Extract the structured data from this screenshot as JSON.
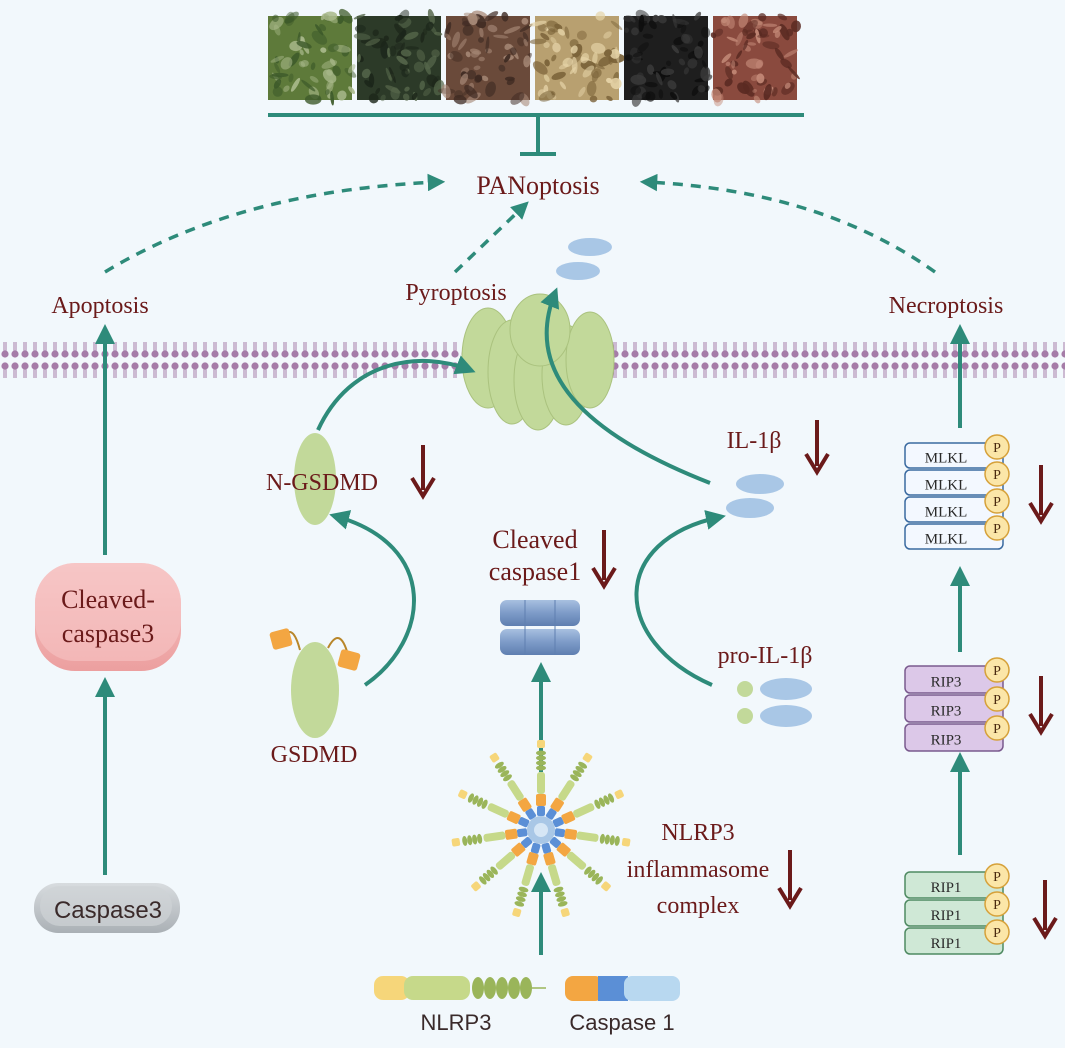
{
  "labels": {
    "panoptosis": "PANoptosis",
    "apoptosis": "Apoptosis",
    "pyroptosis": "Pyroptosis",
    "necroptosis": "Necroptosis",
    "n_gsdmd": "N-GSDMD",
    "il1b": "IL-1β",
    "cleaved_caspase1_line1": "Cleaved",
    "cleaved_caspase1_line2": "caspase1",
    "cleaved_caspase3_line1": "Cleaved-",
    "cleaved_caspase3_line2": "caspase3",
    "gsdmd": "GSDMD",
    "pro_il1b": "pro-IL-1β",
    "nlrp3_complex_line1": "NLRP3",
    "nlrp3_complex_line2": "inflammasome",
    "nlrp3_complex_line3": "complex",
    "caspase3": "Caspase3",
    "nlrp3": "NLRP3",
    "caspase_1": "Caspase 1",
    "mlkl": "MLKL",
    "rip3": "RIP3",
    "rip1": "RIP1",
    "phospho": "P"
  },
  "herb_images": [
    {
      "name": "herb-photo-leaves",
      "colors": [
        "#5e7a3a",
        "#a8b88a",
        "#3d5a2a"
      ]
    },
    {
      "name": "herb-photo-dark-granules",
      "colors": [
        "#2c3a28",
        "#55664a",
        "#1c261a"
      ]
    },
    {
      "name": "herb-photo-root-slices",
      "colors": [
        "#6a4a3a",
        "#a88a78",
        "#3e2a22"
      ]
    },
    {
      "name": "herb-photo-pale-slices",
      "colors": [
        "#b8a070",
        "#e6d4a8",
        "#7a6238"
      ]
    },
    {
      "name": "herb-photo-black-pieces",
      "colors": [
        "#1e1e1e",
        "#3a3a3a",
        "#0e0e0e"
      ]
    },
    {
      "name": "herb-photo-red-slices",
      "colors": [
        "#8a4a3e",
        "#c48a78",
        "#5a2a22"
      ]
    }
  ],
  "colors": {
    "arrow": "#2e8b7a",
    "down_arrow": "#6b1a1a",
    "label": "#6b1a1a",
    "membrane": "#a57ca8",
    "gsdmd_green": "#c2d99a",
    "il1b_blue": "#a9c7e6",
    "caspase3_pink": "#f3b8b8",
    "caspase3_grey": "#c4c8cc",
    "mlkl_fill": "#f3f8ff",
    "rip3_fill": "#dcc8e8",
    "rip1_fill": "#cfe8d6",
    "phospho_fill": "#fbe6a8"
  }
}
